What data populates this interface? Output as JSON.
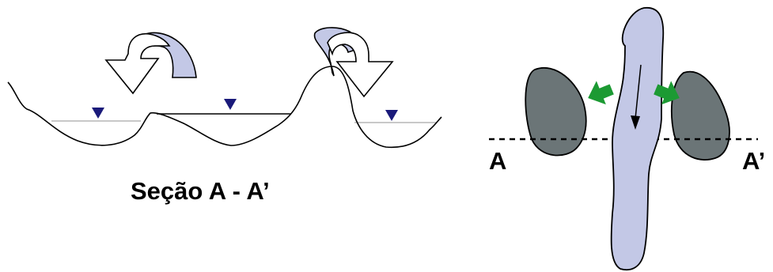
{
  "section_caption": "Seção A - A’",
  "point_a_label": "A",
  "point_a_prime_label": "A’",
  "colors": {
    "river": "#c3c8e6",
    "rock": "#6b7577",
    "seepage_arrow": "#1c9a33",
    "water_marker": "#1a1a7a",
    "outline": "#000000",
    "water_line": "#a8a8a8"
  },
  "icons": [
    "water-level-marker-icon",
    "flow-direction-arrow-icon",
    "seepage-arrow-icon",
    "curved-arrow-icon"
  ]
}
